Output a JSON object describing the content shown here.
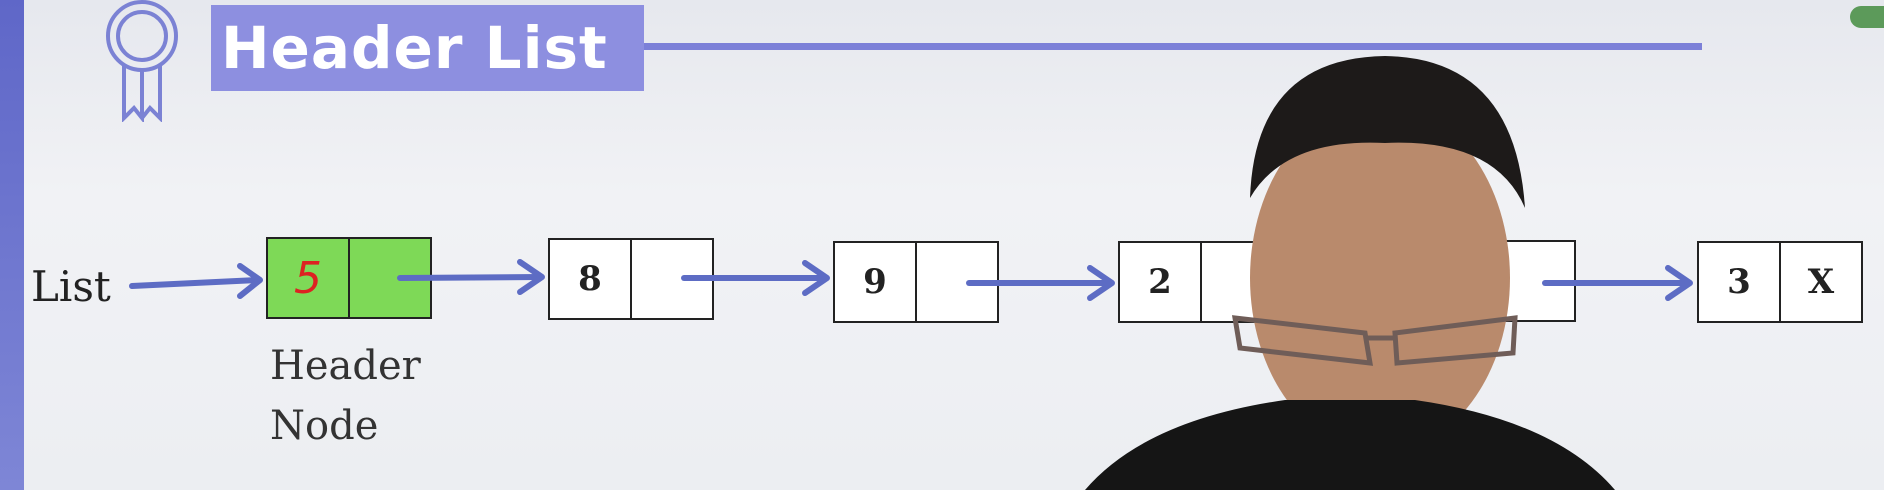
{
  "slide": {
    "title": "Header List",
    "list_label": "List",
    "header_caption_line1": "Header",
    "header_caption_line2": "Node"
  },
  "nodes": [
    {
      "data": "5",
      "link": ""
    },
    {
      "data": "8",
      "link": ""
    },
    {
      "data": "9",
      "link": ""
    },
    {
      "data": "2",
      "link": ""
    },
    {
      "data": "",
      "link": ""
    },
    {
      "data": "3",
      "link": "X"
    }
  ],
  "colors": {
    "title_bg": "#8d8fe0",
    "arrow": "#5d6cc4",
    "header_node_fill": "#7ed957",
    "header_count_text": "#dd2222"
  }
}
